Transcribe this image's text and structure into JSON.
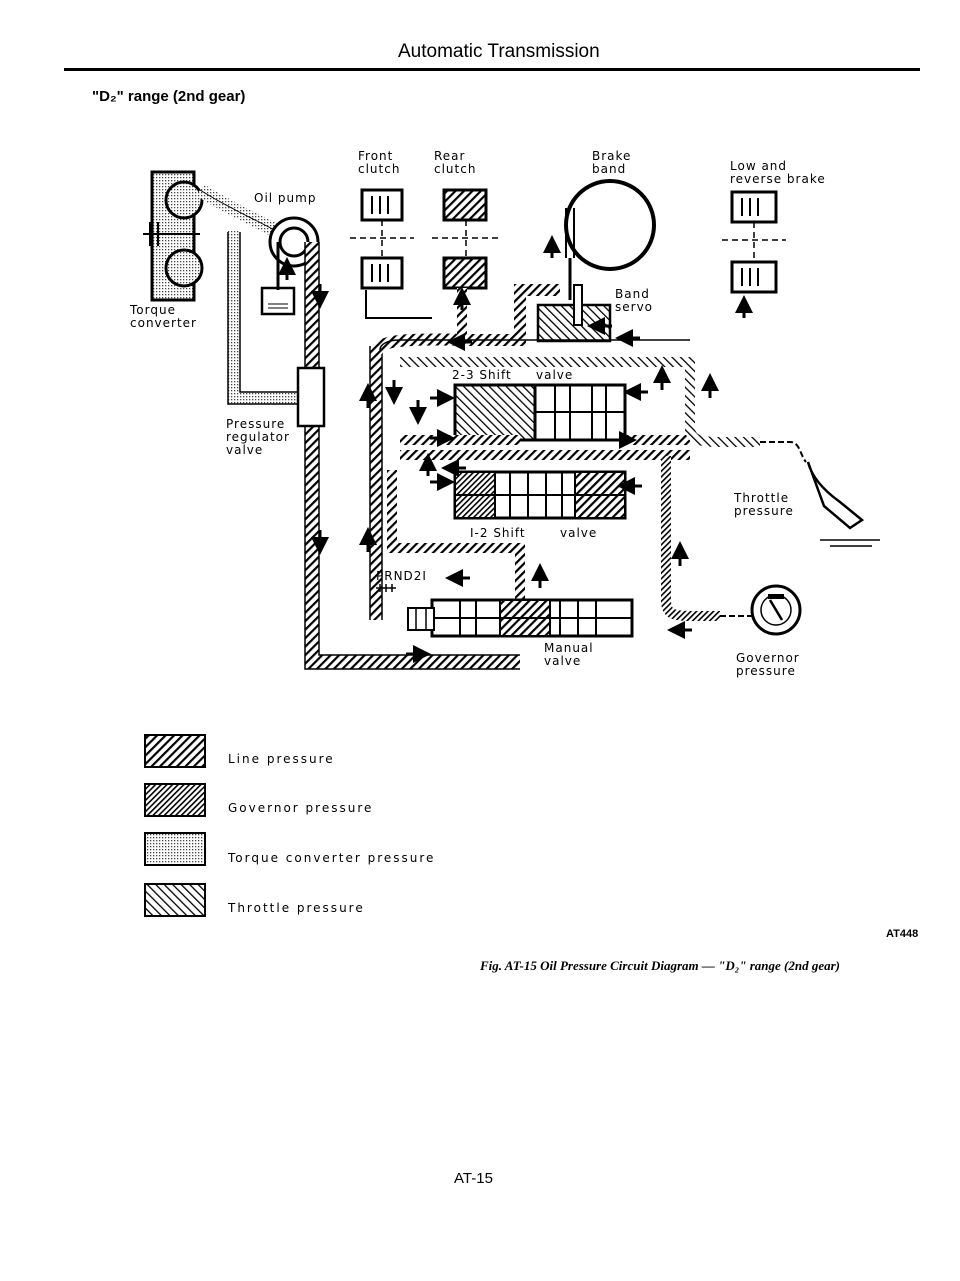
{
  "header": {
    "title": "Automatic Transmission"
  },
  "section": {
    "title": "\"D₂\" range (2nd gear)"
  },
  "diagram": {
    "labels": {
      "torque_converter": [
        "Torque",
        "converter"
      ],
      "oil_pump": "Oil pump",
      "pressure_regulator_valve": [
        "Pressure",
        "regulator",
        "valve"
      ],
      "front_clutch": [
        "Front",
        "clutch"
      ],
      "rear_clutch": [
        "Rear",
        "clutch"
      ],
      "brake_band": [
        "Brake",
        "band"
      ],
      "band_servo": [
        "Band",
        "servo"
      ],
      "low_reverse_brake": [
        "Low and",
        "reverse brake"
      ],
      "shift_23_valve": "2-3 Shift",
      "shift_23_valve_suffix": "valve",
      "shift_12_valve": "I-2 Shift",
      "shift_12_valve_suffix": "valve",
      "prnd21": "PRND2I",
      "throttle_pressure": [
        "Throttle",
        "pressure"
      ],
      "manual_valve": [
        "Manual",
        "valve"
      ],
      "governor_pressure": [
        "Governor",
        "pressure"
      ]
    }
  },
  "legend": {
    "items": [
      {
        "label": "Line pressure",
        "pattern": "line"
      },
      {
        "label": "Governor pressure",
        "pattern": "governor"
      },
      {
        "label": "Torque converter pressure",
        "pattern": "torque"
      },
      {
        "label": "Throttle pressure",
        "pattern": "throttle"
      }
    ]
  },
  "figure": {
    "code": "AT448",
    "caption": "Fig. AT-15  Oil Pressure Circuit Diagram — \"D₂\" range (2nd gear)"
  },
  "footer": {
    "page_number": "AT-15"
  }
}
